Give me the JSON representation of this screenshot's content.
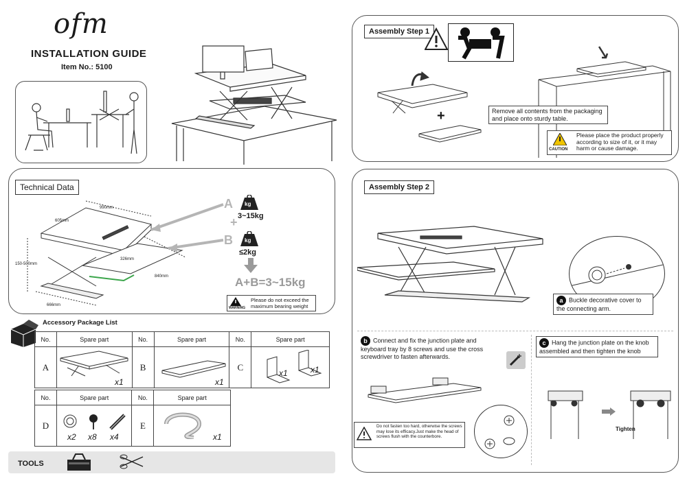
{
  "header": {
    "logo": "ofm",
    "title": "INSTALLATION GUIDE",
    "item_label": "Item No.: 5100"
  },
  "technical": {
    "title": "Technical Data",
    "dims": {
      "width": "990mm",
      "depth": "605mm",
      "height": "150-500mm",
      "tray": "326mm",
      "tray_w": "840mm",
      "base": "666mm"
    },
    "label_a": "A",
    "label_b": "B",
    "plus": "+",
    "weight_a_badge": "kg",
    "weight_a": "3~15kg",
    "weight_b_badge": "kg",
    "weight_b": "≤2kg",
    "total": "A+B=3~15kg",
    "warning_label": "WARNING",
    "warning_text": "Please do not exceed the maximum bearing weight"
  },
  "accessory": {
    "title": "Accessory Package List",
    "headers": {
      "no": "No.",
      "spare": "Spare part"
    },
    "items": [
      {
        "id": "A",
        "qty": "x1"
      },
      {
        "id": "B",
        "qty": "x1"
      },
      {
        "id": "C",
        "qty1": "x1",
        "qty2": "x1"
      },
      {
        "id": "D",
        "qty1": "x2",
        "qty2": "x8",
        "qty3": "x4"
      },
      {
        "id": "E",
        "qty": "x1"
      }
    ]
  },
  "tools": {
    "label": "TOOLS"
  },
  "step1": {
    "title": "Assembly Step 1",
    "plus": "+",
    "instruction": "Remove all contents from the packaging and place onto sturdy table.",
    "caution_label": "CAUTION",
    "caution_text": "Please place the product properly according to size of it, or it may harm or cause damage."
  },
  "step2": {
    "title": "Assembly Step 2",
    "a_badge": "a",
    "a_text": "Buckle decorative cover to the connecting arm.",
    "b_badge": "b",
    "b_text": "Connect and fix the junction plate and keyboard tray by 8 screws and use the cross screwdriver to fasten afterwards.",
    "c_badge": "c",
    "c_text": "Hang the junction plate on the knob assembled and then tighten the knob",
    "warn_text": "Do not fasten too hard, otherwise the screws may lose its efficacy.Just make the head of screws flush with the counterbore.",
    "tighten": "Tighten"
  },
  "colors": {
    "line": "#444444",
    "gray_arrow": "#b5b5b5",
    "light_fill": "#eeeeee",
    "green": "#3aa54a"
  }
}
